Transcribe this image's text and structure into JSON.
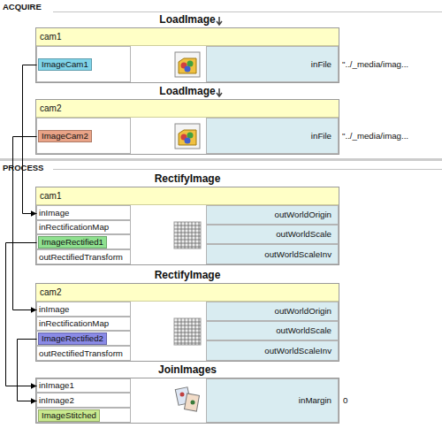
{
  "diagram": {
    "nodes": [
      {
        "text": [
          "LoadImage",
          "cam1"
        ]
      },
      {
        "text": [
          "ImageCam1"
        ],
        "in": 0
      },
      {
        "text": [
          "inFile"
        ],
        "in": 0
      },
      {
        "text": [
          "LoadImage",
          "cam2"
        ]
      },
      {
        "text": [
          "ImageCam2"
        ],
        "in": 3
      },
      {
        "text": [
          "inFile"
        ],
        "in": 3
      },
      {
        "text": [
          "RectifyImage",
          "cam1"
        ]
      },
      {
        "text": [
          "inImage"
        ],
        "in": 6
      },
      {
        "text": [
          "inRectificationMap"
        ],
        "in": 6
      },
      {
        "text": [
          "ImageRectified1"
        ],
        "in": 6
      },
      {
        "text": [
          "outRectifiedTransform"
        ],
        "in": 6
      },
      {
        "text": [
          "outWorldOrigin"
        ],
        "in": 6
      },
      {
        "text": [
          "outWorldScale"
        ],
        "in": 6
      },
      {
        "text": [
          "outWorldScaleInv"
        ],
        "in": 6
      },
      {
        "text": [
          "RectifyImage",
          "cam2"
        ]
      },
      {
        "text": [
          "inImage"
        ],
        "in": 14
      },
      {
        "text": [
          "inRectificationMap"
        ],
        "in": 14
      },
      {
        "text": [
          "ImageRectified2"
        ],
        "in": 14
      },
      {
        "text": [
          "outRectifiedTransform"
        ],
        "in": 14
      },
      {
        "text": [
          "outWorldOrigin"
        ],
        "in": 14
      },
      {
        "text": [
          "outWorldScale"
        ],
        "in": 14
      },
      {
        "text": [
          "outWorldScaleInv"
        ],
        "in": 14
      },
      {
        "text": [
          "JoinImages"
        ]
      },
      {
        "text": [
          "inImage1"
        ],
        "in": 22
      },
      {
        "text": [
          "inImage2"
        ],
        "in": 22
      },
      {
        "text": [
          "ImageStitched"
        ],
        "in": 22
      },
      {
        "text": [
          "inMargin"
        ],
        "in": 22
      }
    ],
    "edges": [
      {
        "from": 1,
        "to": 7,
        "arrow": "to"
      },
      {
        "from": 4,
        "to": 15,
        "arrow": "to"
      },
      {
        "from": 9,
        "to": 23,
        "arrow": "to"
      },
      {
        "from": 17,
        "to": 24,
        "arrow": "to"
      }
    ],
    "labels": [
      "ACQUIRE",
      "\"../_media/imag...",
      "\"../_media/imag...",
      "PROCESS",
      "0"
    ]
  }
}
